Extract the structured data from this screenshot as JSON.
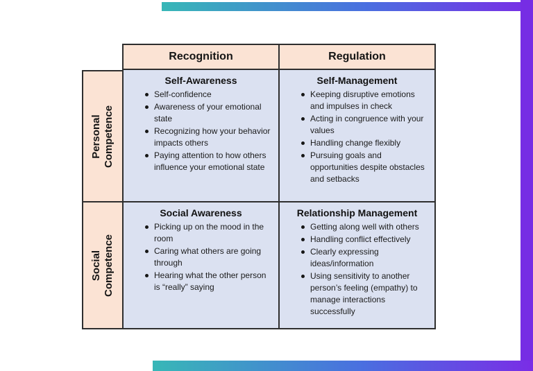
{
  "colors": {
    "accent_teal": "#38b7b7",
    "accent_blue": "#4a6fe0",
    "accent_purple": "#762de4",
    "header_peach": "#fbe3d4",
    "quadrant_blue": "#dbe1f1",
    "border_dark": "#2e2e2e"
  },
  "matrix": {
    "column_headers": [
      "Recognition",
      "Regulation"
    ],
    "row_headers": [
      {
        "line1": "Personal",
        "line2": "Competence"
      },
      {
        "line1": "Social",
        "line2": "Competence"
      }
    ],
    "quadrants": [
      {
        "title": "Self-Awareness",
        "bullets": [
          "Self-confidence",
          "Awareness of your emotional state",
          "Recognizing how your behavior impacts others",
          "Paying attention to how others influence your emotional state"
        ]
      },
      {
        "title": "Self-Management",
        "bullets": [
          "Keeping disruptive emotions and impulses in check",
          "Acting in congruence with your values",
          "Handling change flexibly",
          "Pursuing goals and opportunities despite obstacles and setbacks"
        ]
      },
      {
        "title": "Social Awareness",
        "bullets": [
          "Picking up on the mood in the room",
          "Caring what others are going through",
          "Hearing what the other person is “really” saying"
        ]
      },
      {
        "title": "Relationship Management",
        "bullets": [
          "Getting along well with others",
          "Handling conflict effectively",
          "Clearly expressing ideas/information",
          "Using sensitivity to another person’s feeling (empathy) to manage interactions successfully"
        ]
      }
    ]
  }
}
